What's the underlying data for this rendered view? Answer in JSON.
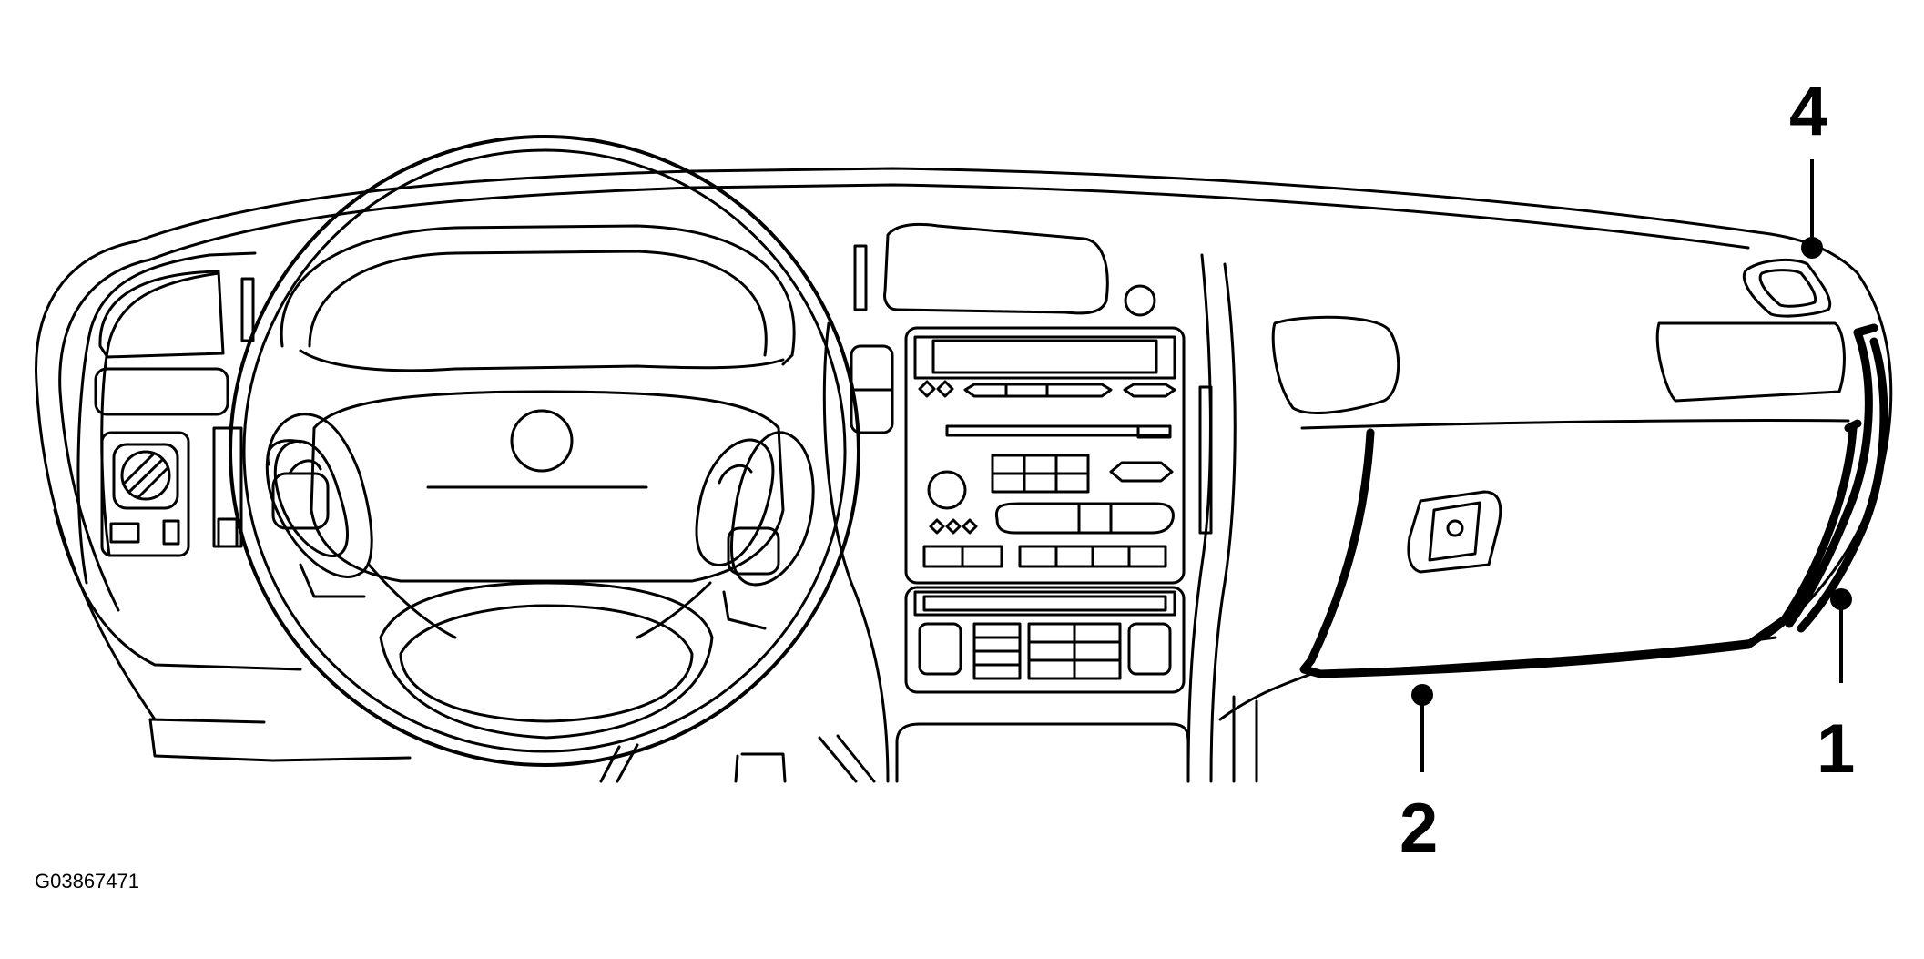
{
  "figure": {
    "id": "G03867471"
  },
  "callouts": [
    {
      "number": "1",
      "target": "passenger-side-end-panel-trim"
    },
    {
      "number": "2",
      "target": "glove-box-lower-trim"
    },
    {
      "number": "4",
      "target": "passenger-upper-vent"
    }
  ],
  "colors": {
    "line": "#000000",
    "background": "#ffffff"
  }
}
